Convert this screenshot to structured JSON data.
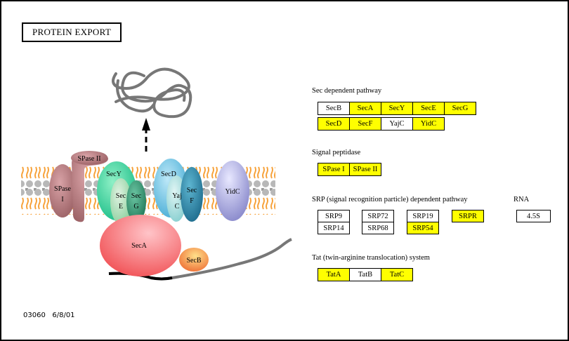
{
  "title": "PROTEIN EXPORT",
  "footer": {
    "map_id": "03060",
    "date": "6/8/01"
  },
  "colors": {
    "highlight": "#ffff00",
    "normal": "#ffffff"
  },
  "sections": {
    "sec": {
      "label": "Sec dependent pathway",
      "row1": [
        {
          "name": "SecB",
          "highlighted": false
        },
        {
          "name": "SecA",
          "highlighted": true
        },
        {
          "name": "SecY",
          "highlighted": true
        },
        {
          "name": "SecE",
          "highlighted": true
        },
        {
          "name": "SecG",
          "highlighted": true
        }
      ],
      "row2": [
        {
          "name": "SecD",
          "highlighted": true
        },
        {
          "name": "SecF",
          "highlighted": true
        },
        {
          "name": "YajC",
          "highlighted": false
        },
        {
          "name": "YidC",
          "highlighted": true
        }
      ]
    },
    "spase": {
      "label": "Signal peptidase",
      "items": [
        {
          "name": "SPase I",
          "highlighted": true
        },
        {
          "name": "SPase II",
          "highlighted": true
        }
      ]
    },
    "srp": {
      "label": "SRP (signal recognition particle) dependent pathway",
      "groups": [
        [
          {
            "name": "SRP9",
            "highlighted": false
          },
          {
            "name": "SRP14",
            "highlighted": false
          }
        ],
        [
          {
            "name": "SRP72",
            "highlighted": false
          },
          {
            "name": "SRP68",
            "highlighted": false
          }
        ],
        [
          {
            "name": "SRP19",
            "highlighted": false
          },
          {
            "name": "SRP54",
            "highlighted": true
          }
        ],
        [
          {
            "name": "SRPR",
            "highlighted": true
          }
        ]
      ]
    },
    "rna": {
      "label": "RNA",
      "items": [
        {
          "name": "4.5S",
          "highlighted": false
        }
      ]
    },
    "tat": {
      "label": "Tat (twin-arginine translocation) system",
      "items": [
        {
          "name": "TatA",
          "highlighted": true
        },
        {
          "name": "TatB",
          "highlighted": false
        },
        {
          "name": "TatC",
          "highlighted": true
        }
      ]
    }
  },
  "illustration": {
    "proteins": {
      "spase1": "SPase\nI",
      "spase2": "SPase II",
      "secy": "SecY",
      "sece": "Sec\nE",
      "secg": "Sec\nG",
      "secd": "SecD",
      "yajc": "Yaj\nC",
      "secf": "Sec\nF",
      "yidc": "YidC",
      "seca": "SecA",
      "secb": "SecB"
    }
  }
}
